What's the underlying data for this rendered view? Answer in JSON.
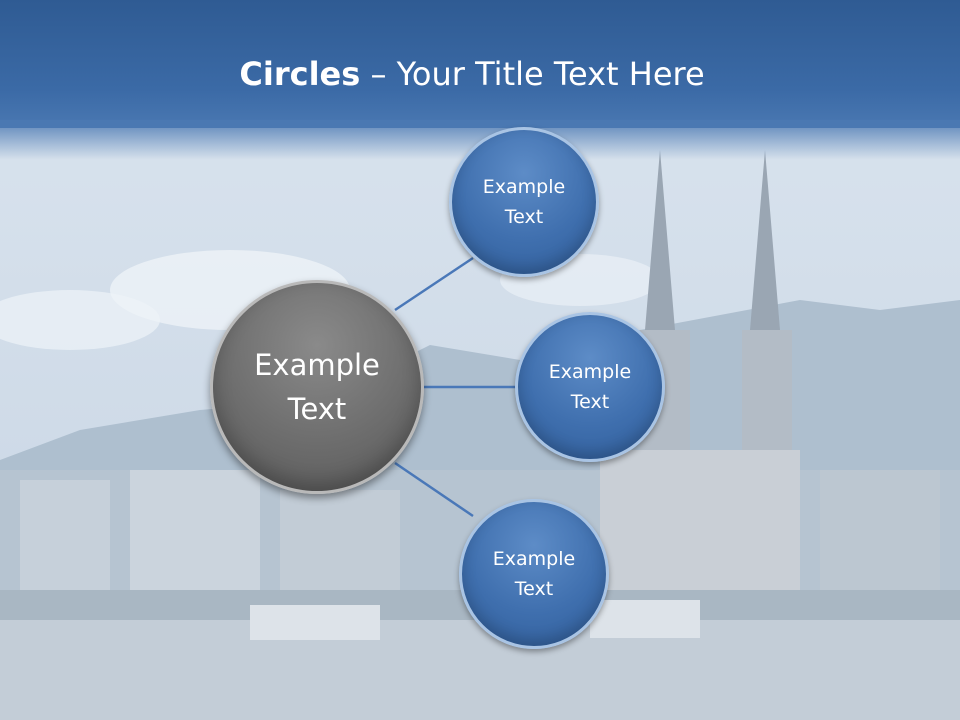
{
  "title": {
    "bold": "Circles",
    "rest": " – Your Title Text Here"
  },
  "center_circle": {
    "label": "Example\nText"
  },
  "satellites": [
    {
      "label": "Example\nText"
    },
    {
      "label": "Example\nText"
    },
    {
      "label": "Example\nText"
    }
  ],
  "colors": {
    "title_band": "#3b6aa6",
    "satellite": "#3f6fae",
    "center": "#6d6d6d",
    "connector": "#4a78b8"
  }
}
